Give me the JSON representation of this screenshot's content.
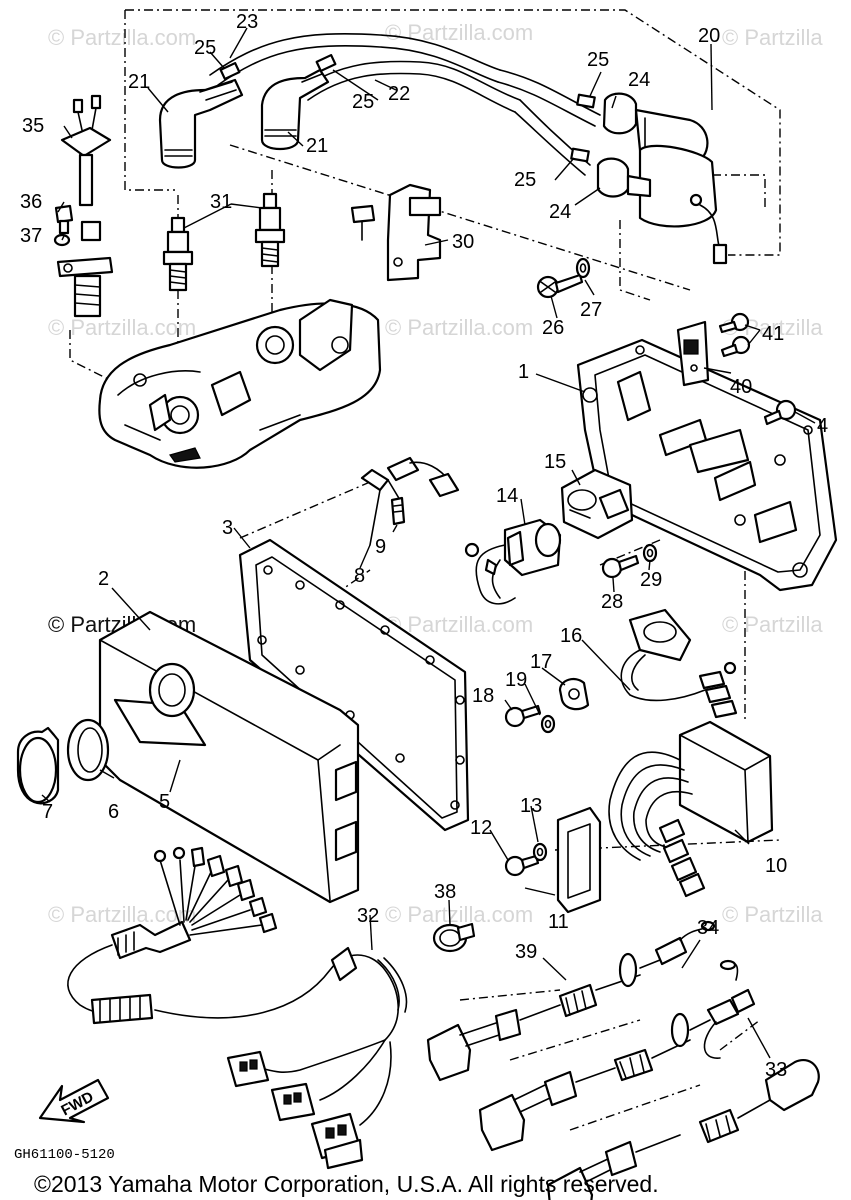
{
  "diagram": {
    "code": "GH61100-5120",
    "copyright": "©2013  Yamaha Motor Corporation, U.S.A. All rights reserved.",
    "fwd_label": "FWD"
  },
  "watermarks": [
    "© Partzilla.com",
    "© Partzilla.com",
    "© Partzilla",
    "© Partzilla.com",
    "© Partzilla.com",
    "© Partzilla",
    "© Partzilla.com",
    "© Partzilla.com",
    "© Partzilla",
    "© Partzilla.com",
    "© Partzilla.com",
    "© Partzilla"
  ],
  "callouts": [
    "1",
    "2",
    "3",
    "4",
    "5",
    "6",
    "7",
    "8",
    "9",
    "10",
    "11",
    "12",
    "13",
    "14",
    "15",
    "16",
    "17",
    "18",
    "19",
    "20",
    "21",
    "21",
    "22",
    "23",
    "24",
    "24",
    "25",
    "25",
    "25",
    "25",
    "26",
    "27",
    "28",
    "29",
    "30",
    "31",
    "32",
    "33",
    "34",
    "35",
    "36",
    "37",
    "38",
    "39",
    "40",
    "41"
  ]
}
